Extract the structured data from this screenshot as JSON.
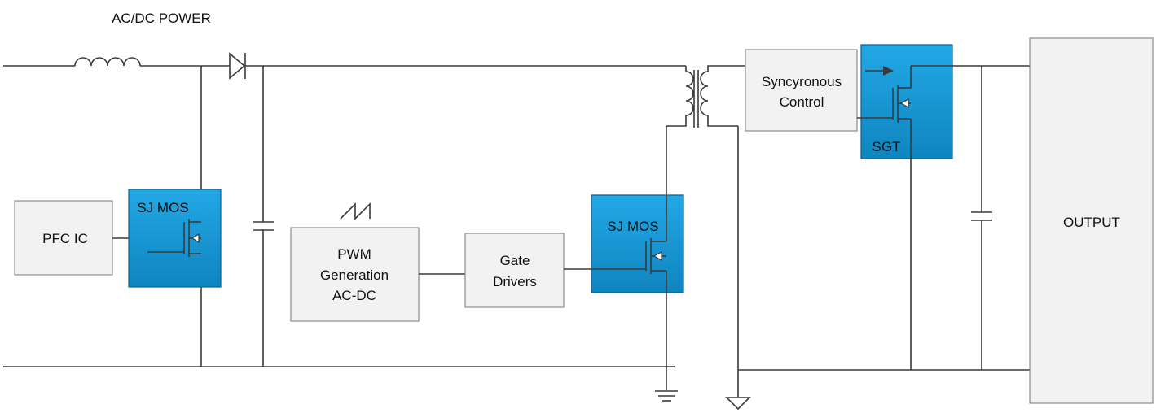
{
  "title": "AC/DC POWER",
  "blocks": {
    "pfc_ic": "PFC IC",
    "sj_mos_pfc": "SJ MOS",
    "pwm": [
      "PWM",
      "Generation",
      "AC-DC"
    ],
    "gate_drivers": [
      "Gate",
      "Drivers"
    ],
    "sj_mos_primary": "SJ MOS",
    "sync_control": [
      "Syncyronous",
      "Control"
    ],
    "sgt": "SGT",
    "output": "OUTPUT"
  },
  "colors": {
    "highlight_block": "#1a98d5",
    "grey_block": "#f2f2f2",
    "wire": "#3a3a3a"
  }
}
